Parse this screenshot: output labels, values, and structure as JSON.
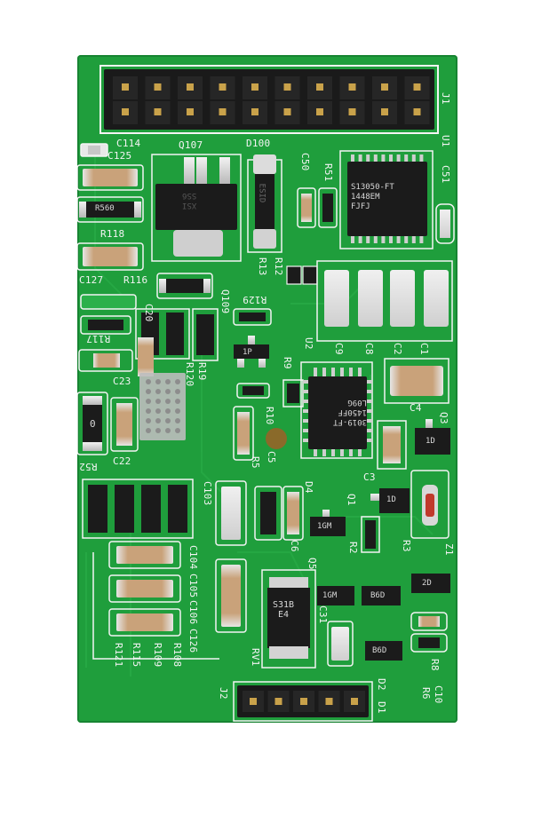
{
  "labels": {
    "J1": "J1",
    "U1": "U1",
    "C114": "C114",
    "C125": "C125",
    "Q107": "Q107",
    "D100": "D100",
    "C50": "C50",
    "R51": "R51",
    "C51": "C51",
    "R118": "R118",
    "R13": "R13",
    "R12": "R12",
    "C127": "C127",
    "R116": "R116",
    "R129": "R129",
    "C20": "C20",
    "Q109": "Q109",
    "R117": "R117",
    "U2": "U2",
    "C9": "C9",
    "C8": "C8",
    "C2": "C2",
    "C1": "C1",
    "R9": "R9",
    "C23": "C23",
    "R19": "R19",
    "R120": "R120",
    "C4": "C4",
    "R10": "R10",
    "Q3": "Q3",
    "R52": "R52",
    "C22": "C22",
    "R5": "R5",
    "C5": "C5",
    "C3": "C3",
    "C103": "C103",
    "D4": "D4",
    "Q1": "Q1",
    "C6": "C6",
    "R2": "R2",
    "Q5": "Q5",
    "R3": "R3",
    "Z1": "Z1",
    "C104": "C104",
    "C105": "C105",
    "C106": "C106",
    "C126": "C126",
    "C31": "C31",
    "R121": "R121",
    "R115": "R115",
    "R109": "R109",
    "R108": "R108",
    "RV1": "RV1",
    "J2": "J2",
    "D2": "D2",
    "D1": "D1",
    "R8": "R8",
    "C10": "C10",
    "R6": "R6"
  },
  "markings": {
    "q107_chip": "XSI\nSS6",
    "d100_chip": "ESID",
    "u1_chip": "S13050-FT\n1448EM\nFJFJ",
    "u2_chip": "3019-FT\n1450FF\nL09G",
    "q109_part": "1P",
    "q3_part": "1D",
    "q1_part": "1D",
    "q5_part": "1GM",
    "q5b_part": "1GM",
    "zener_part": "2D",
    "d4_part": "B6D",
    "r2_part": "B6D",
    "d1_chip": "S31B\nE4",
    "r560": "R560",
    "r0": "0"
  },
  "colors": {
    "pcb": "#1f9e3c",
    "silkscreen": "#f4f4f4",
    "header": "#1a1a1a",
    "pin": "#c9a24a",
    "chip": "#1b1b1b",
    "capacitor": "#c9a27a",
    "solder": "#d9d9d9"
  }
}
